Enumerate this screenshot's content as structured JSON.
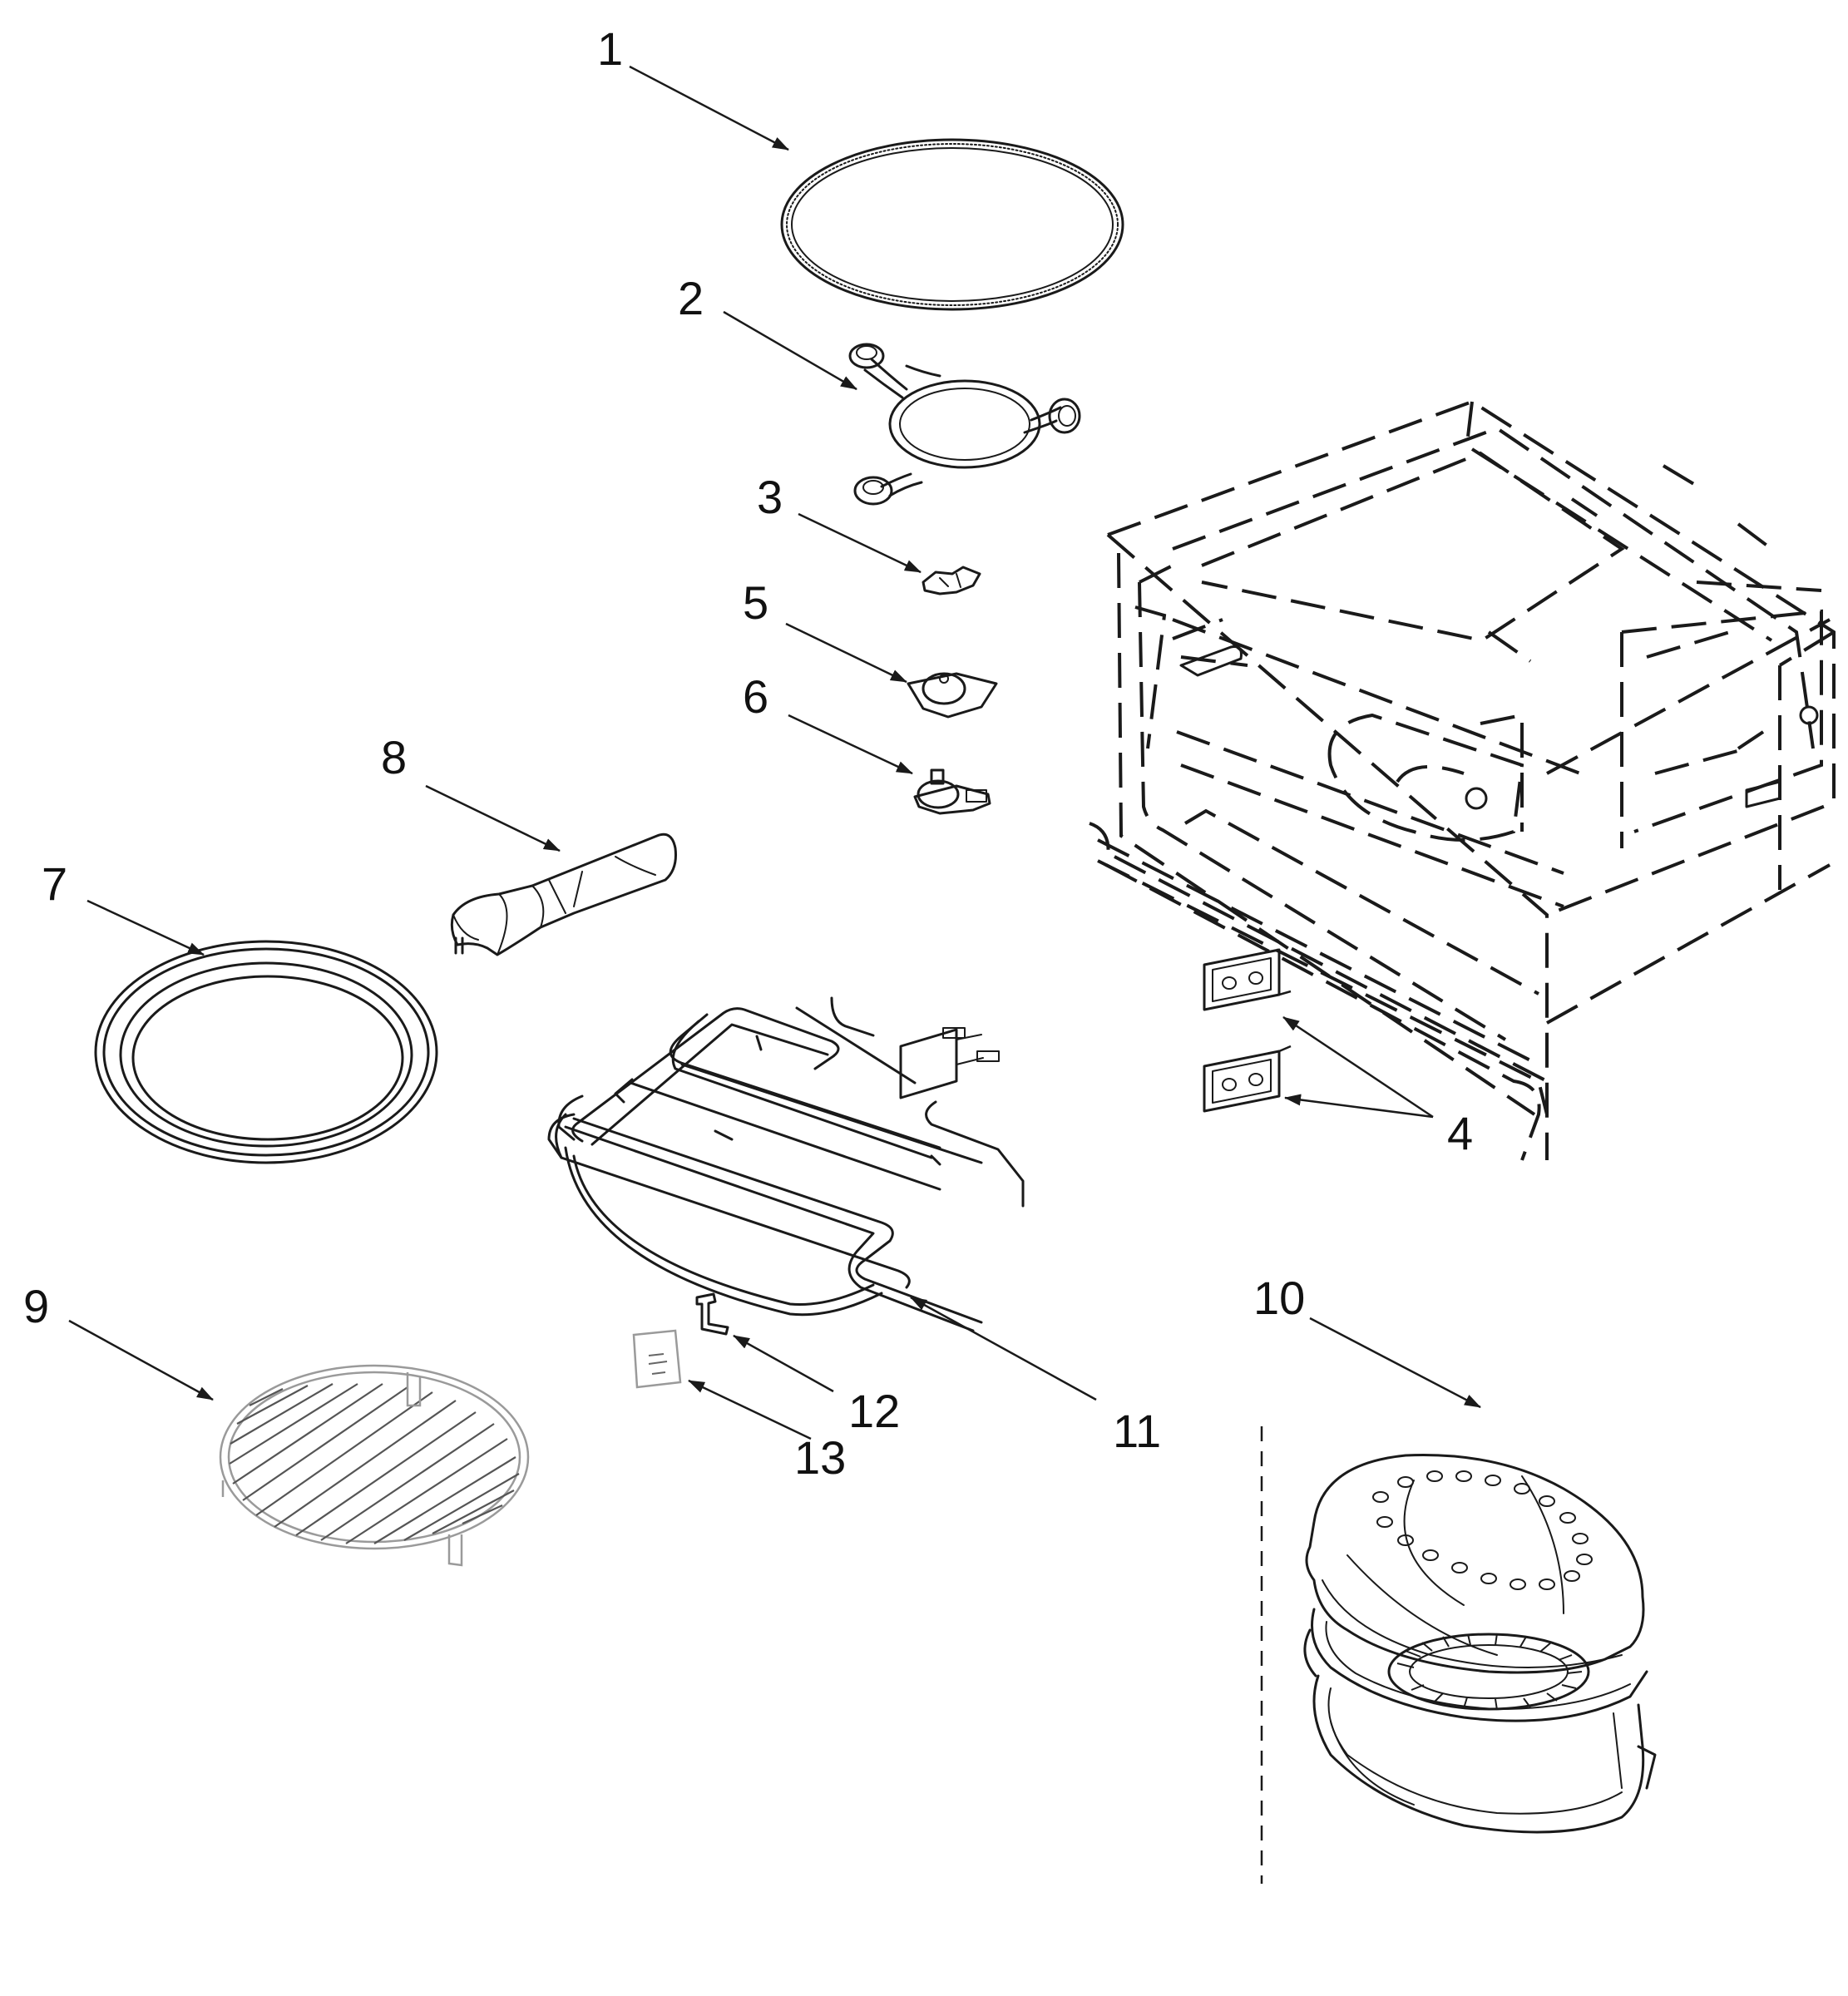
{
  "colors": {
    "line": "#1a1a1a",
    "background": "#ffffff",
    "light_line": "#9a9a9a"
  },
  "callouts": [
    {
      "id": "1",
      "label": "1"
    },
    {
      "id": "2",
      "label": "2"
    },
    {
      "id": "3",
      "label": "3"
    },
    {
      "id": "4",
      "label": "4"
    },
    {
      "id": "5",
      "label": "5"
    },
    {
      "id": "6",
      "label": "6"
    },
    {
      "id": "7",
      "label": "7"
    },
    {
      "id": "8",
      "label": "8"
    },
    {
      "id": "9",
      "label": "9"
    },
    {
      "id": "10",
      "label": "10"
    },
    {
      "id": "11",
      "label": "11"
    },
    {
      "id": "12",
      "label": "12"
    },
    {
      "id": "13",
      "label": "13"
    }
  ],
  "icons": {
    "ring": "turntable-ring-icon",
    "support": "roller-support-icon",
    "coupler": "coupler-icon",
    "motor": "motor-icon",
    "tray": "glass-tray-icon",
    "handle": "handle-icon",
    "rack": "wire-rack-icon",
    "cookware": "steamer-cookware-icon",
    "element": "heating-element-icon",
    "bracket": "bracket-icon",
    "label_tag": "label-icon",
    "pads": "pad-icon",
    "cavity": "oven-cavity-icon"
  }
}
